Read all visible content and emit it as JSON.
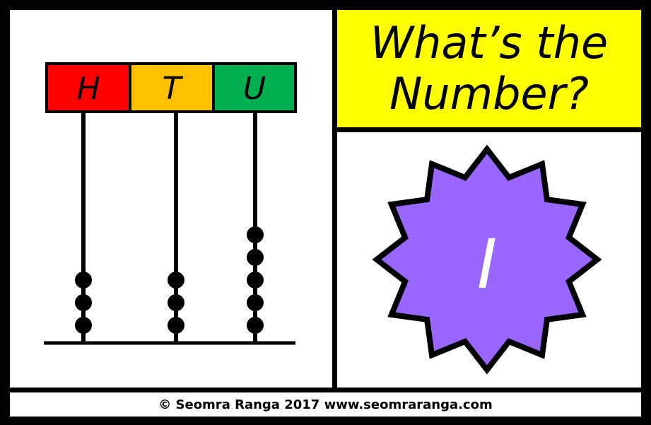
{
  "title": {
    "line1": "What’s the",
    "line2": "Number?"
  },
  "abacus": {
    "rods": [
      {
        "label": "H",
        "color": "#ff0000",
        "beads": 3
      },
      {
        "label": "T",
        "color": "#ffc000",
        "beads": 3
      },
      {
        "label": "U",
        "color": "#00b050",
        "beads": 5
      }
    ]
  },
  "answer": {
    "value": "I",
    "badge_color": "#9966ff",
    "badge_shape": "12-point star"
  },
  "footer": {
    "text": "© Seomra Ranga 2017 www.seomraranga.com"
  }
}
